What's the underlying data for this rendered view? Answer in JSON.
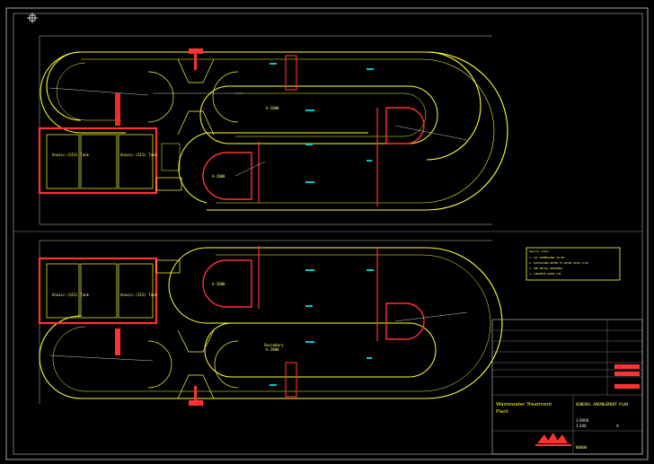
{
  "colors": {
    "background": "#000000",
    "outline": "#ffffff",
    "tank": "#ffff33",
    "wall": "#ff3333",
    "flow": "#00cccc",
    "dim": "#ffffcc"
  },
  "upper_plant": {
    "aeration_label": "A-2000",
    "clarifier_label": "A-2000",
    "tank_labels": [
      "Anoxic-(SIS) Tank",
      "Anoxic-(SIS) Tank"
    ]
  },
  "lower_plant": {
    "aeration_label": "Secondary",
    "aeration_sub": "A-2000",
    "clarifier_label": "A-2000",
    "tank_labels": [
      "Anoxic-(SIS) Tank",
      "Anoxic-(SIS) Tank"
    ]
  },
  "notes": {
    "title": "General notes",
    "lines": [
      "1. ALL DIMENSIONS IN MM",
      "2. ELEVATIONS REFER TO DATUM LEVEL 0.00",
      "3. SEE DETAIL DRAWINGS",
      "4. CONCRETE GRADE C30"
    ]
  },
  "title_block": {
    "project_title": "Wastewater Treatment",
    "project_title2": "Plant",
    "drawing_name": "GENERAL ARRANGEMENT PLAN",
    "sheet": "1-0000",
    "scale": "1:100",
    "revision": "A",
    "drawing_no": "00000"
  },
  "icons": {
    "logo": "company-logo-icon"
  }
}
